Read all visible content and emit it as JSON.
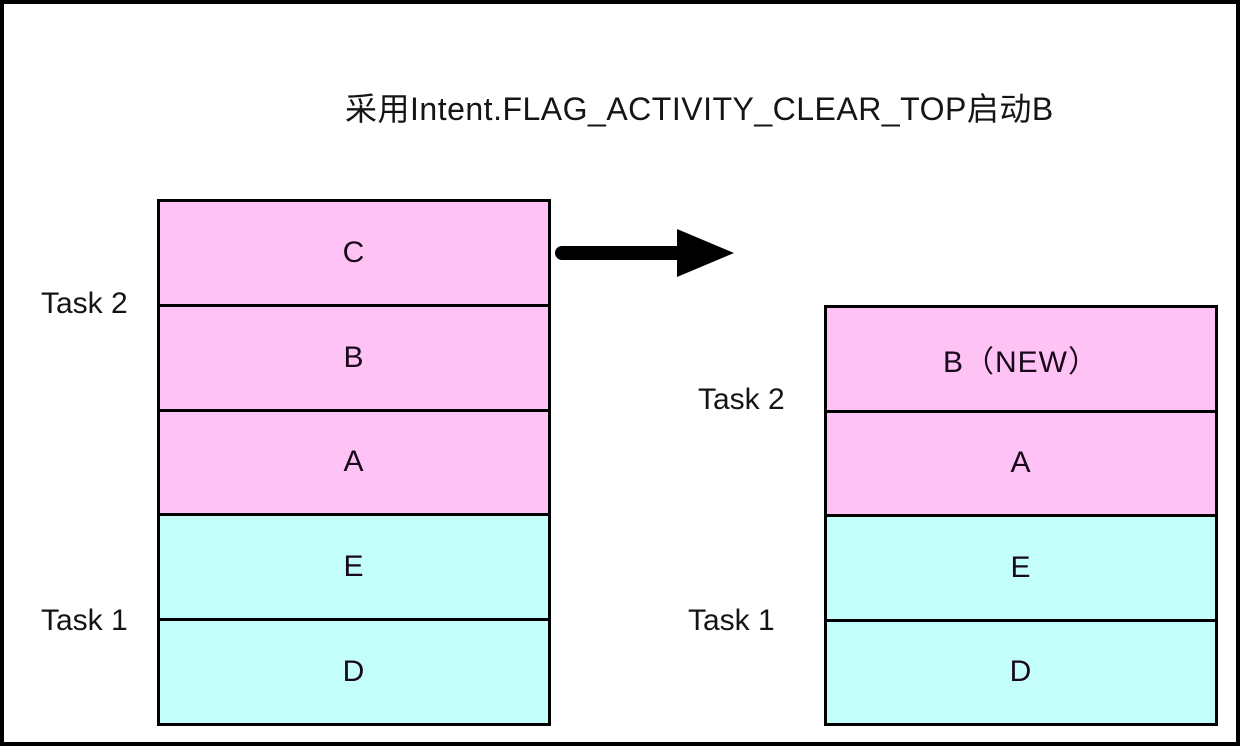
{
  "title": "采用Intent.FLAG_ACTIVITY_CLEAR_TOP启动B",
  "colors": {
    "activity_pink": "#ffc2f4",
    "activity_cyan": "#c3fefa",
    "line": "#000000",
    "background": "#ffffff"
  },
  "icons": {
    "arrow": "right-arrow"
  },
  "before_stack": {
    "tasks": [
      {
        "label": "Task 2",
        "activities": [
          "C",
          "B",
          "A"
        ]
      },
      {
        "label": "Task 1",
        "activities": [
          "E",
          "D"
        ]
      }
    ]
  },
  "after_stack": {
    "tasks": [
      {
        "label": "Task 2",
        "activities": [
          "B（NEW）",
          "A"
        ]
      },
      {
        "label": "Task 1",
        "activities": [
          "E",
          "D"
        ]
      }
    ]
  }
}
